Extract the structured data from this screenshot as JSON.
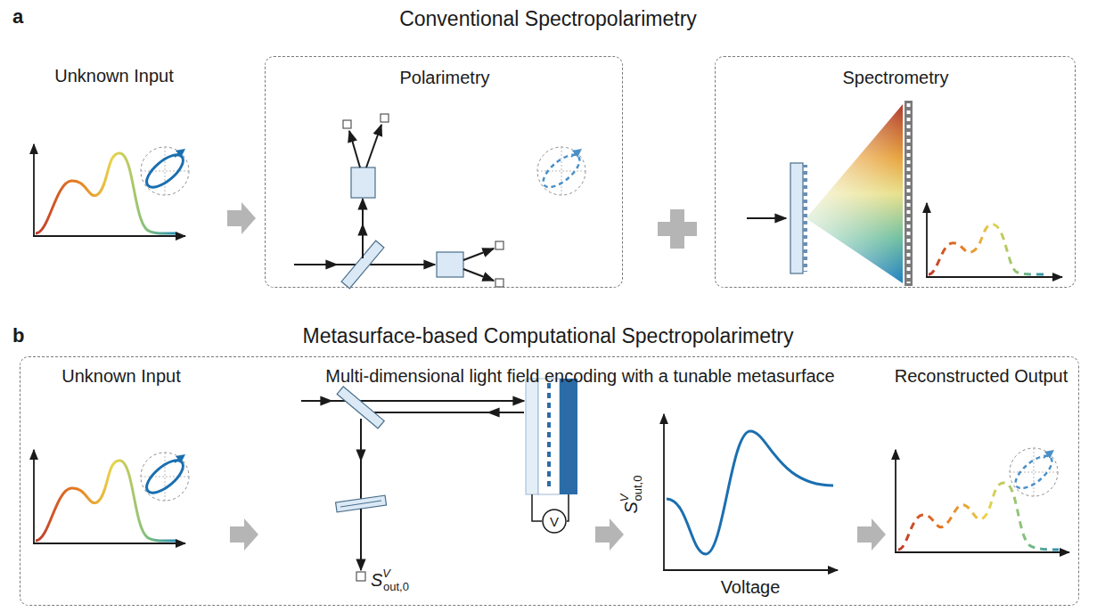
{
  "diagram": {
    "nodes": [
      {
        "text": [
          "Polarimetry"
        ]
      },
      {
        "text": [
          "Spectrometry"
        ]
      },
      {
        "text": [
          "Unknown Input",
          "Multi-dimensional light field encoding with a tunable metasurface",
          "Reconstructed Output"
        ]
      }
    ],
    "labels": [
      "a",
      "Conventional Spectropolarimetry",
      "Unknown Input",
      "b",
      "Metasurface-based Computational Spectropolarimetry",
      "S",
      "V",
      "out,0",
      "V",
      "S",
      "V",
      "out,0",
      "Voltage"
    ]
  }
}
